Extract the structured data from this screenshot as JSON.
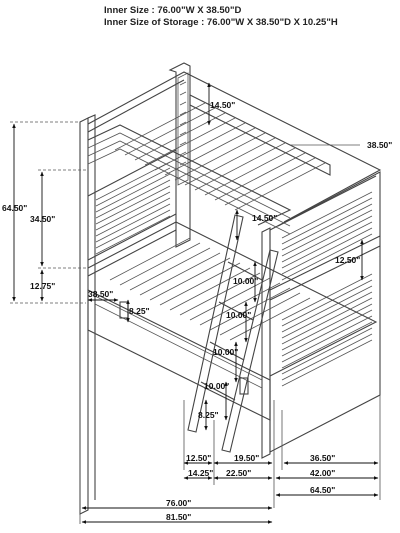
{
  "header": {
    "inner_size": "Inner Size : 76.00\"W X  38.50\"D",
    "inner_storage": "Inner Size of Storage : 76.00\"W X 38.50\"D X 10.25\"H"
  },
  "dimensions": {
    "height_total": "64.50\"",
    "height_bunk": "34.50\"",
    "height_bottom_rail": "12.75\"",
    "guard_top": "14.50\"",
    "depth_top": "38.50\"",
    "guard_mid": "14.50\"",
    "end_panel_gap": "12.50\"",
    "drawer_depth": "38.50\"",
    "drawer_height": "8.25\"",
    "ladder_step_1": "10.00\"",
    "ladder_step_2": "10.00\"",
    "ladder_step_3": "10.00\"",
    "ladder_step_4": "10.00\"",
    "ladder_bottom": "8.25\"",
    "ladder_offset_a": "12.50\"",
    "ladder_width": "19.50\"",
    "ladder_offset_b": "14.25\"",
    "ladder_span": "22.50\"",
    "depth_inner": "36.50\"",
    "depth_mid": "42.00\"",
    "depth_total": "64.50\"",
    "width_inner": "76.00\"",
    "width_total": "81.50\""
  }
}
